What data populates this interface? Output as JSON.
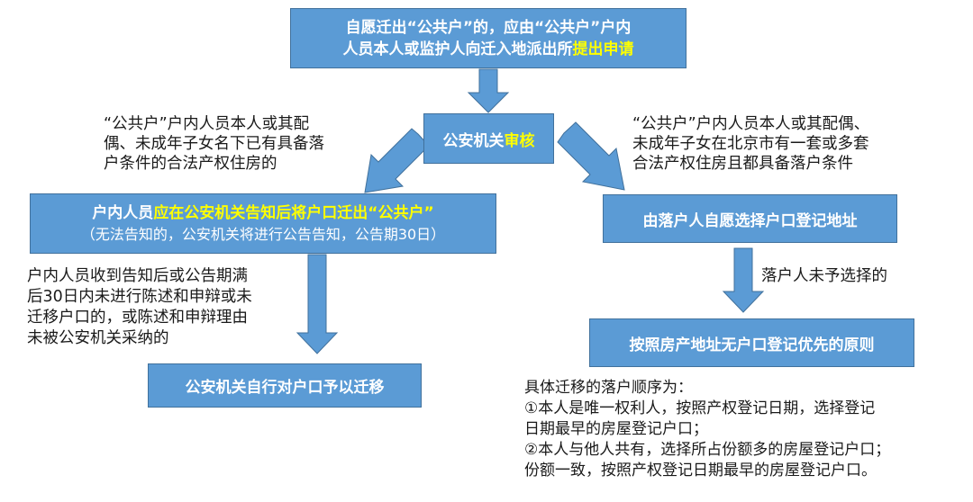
{
  "box_start": {
    "line1": "自愿迁出“公共户”的，应由“公共户”户内",
    "line2_prefix": "人员本人或监护人向迁入地派出所",
    "line2_highlight": "提出申请"
  },
  "box_review": {
    "prefix": "公安机关",
    "highlight": "审核"
  },
  "note_left_condition": [
    "“公共户”户内人员本人或其配",
    "偶、未成年子女名下已有具备落",
    "户条件的合法产权住房的"
  ],
  "note_right_condition": [
    "“公共户”户内人员本人或其配偶、",
    "未成年子女在北京市有一套或多套",
    "合法产权住房且都具备落户条件"
  ],
  "box_notify": {
    "prefix": "户内人员",
    "highlight": "应在公安机关告知后将户口迁出“公共户”",
    "subline": "（无法告知的，公安机关将进行公告告知，公告期30日）"
  },
  "box_choose": {
    "label": "由落户人自愿选择户口登记地址"
  },
  "note_left_timeout": [
    "户内人员收到告知后或公告期满",
    "后30日内未进行陈述和申辩或未",
    "迁移户口的，或陈述和申辩理由",
    "未被公安机关采纳的"
  ],
  "note_right_nochoice": "落户人未予选择的",
  "box_relocate": {
    "label": "公安机关自行对户口予以迁移"
  },
  "box_principle": {
    "label": "按照房产地址无户口登记优先的原则"
  },
  "note_order": [
    "具体迁移的落户顺序为：",
    "①本人是唯一权利人，按照产权登记日期，选择登记",
    "日期最早的房屋登记户口；",
    "②本人与他人共有，选择所占份额多的房屋登记户口；",
    "份额一致，按照产权登记日期最早的房屋登记户口。"
  ],
  "colors": {
    "box_fill": "#5b9bd5",
    "box_border": "#41719c",
    "highlight": "#ffff00",
    "text": "#1a1a1a"
  }
}
